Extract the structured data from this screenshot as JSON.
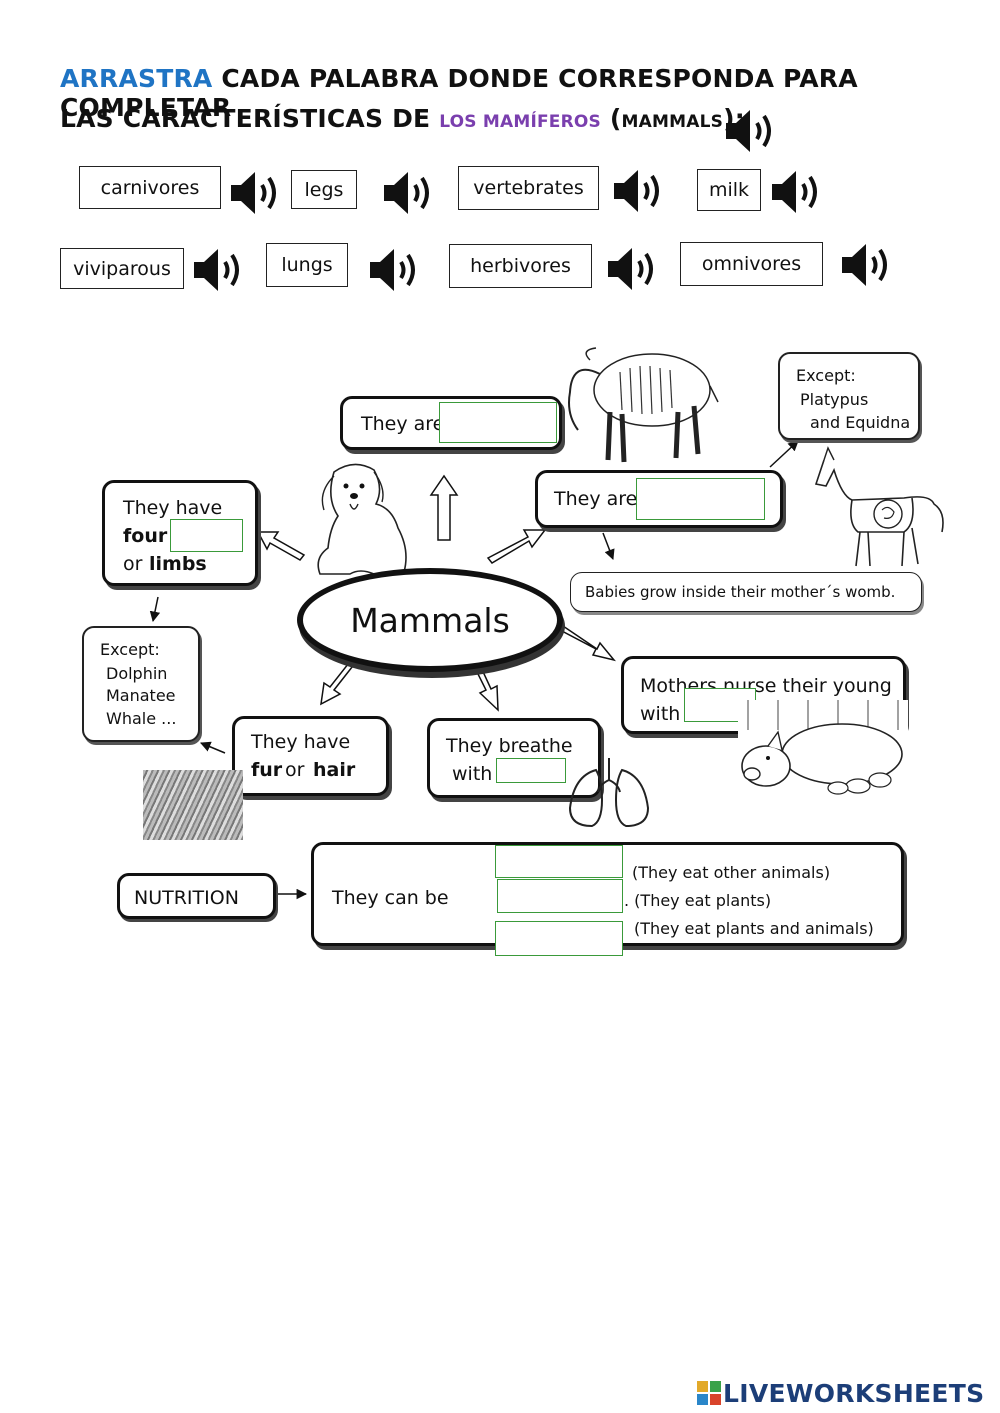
{
  "header": {
    "line1_blue": "ARRASTRA",
    "line1_rest": "CADA PALABRA DONDE CORRESPONDA PARA COMPLETAR",
    "line2_start": "LAS CARACTERÍSTICAS DE",
    "line2_purple": "LOS MAMÍFEROS",
    "line2_open": "(",
    "line2_mammals": "MAMMALS",
    "line2_close": "):"
  },
  "word_bank": [
    "carnivores",
    "legs",
    "vertebrates",
    "milk",
    "viviparous",
    "lungs",
    "herbivores",
    "omnivores"
  ],
  "diagram": {
    "center": "Mammals",
    "they_are_1": "They are",
    "they_are_2": "They are",
    "except_platypus": {
      "title": "Except:",
      "line1": "Platypus",
      "line2": "and Equidna"
    },
    "womb_note": "Babies grow inside their mother´s womb.",
    "legs_box": {
      "line1": "They have",
      "bold1": "four",
      "line3a": "or",
      "bold2": "limbs"
    },
    "except_dolphin": {
      "title": "Except:",
      "line1": "Dolphin",
      "line2": "Manatee",
      "line3": "Whale ..."
    },
    "fur_box": {
      "line1": "They have",
      "bold1": "fur",
      "or": "or",
      "bold2": "hair"
    },
    "breathe_box": {
      "line1": "They breathe",
      "line2": "with"
    },
    "milk_box": {
      "line1": "Mothers nurse their young",
      "line2": "with"
    },
    "nutrition": {
      "label": "NUTRITION",
      "they_can_be": "They can be",
      "desc1": "(They eat other animals)",
      "desc2": ". (They eat plants)",
      "desc3": "(They eat plants and animals)"
    }
  },
  "footer": {
    "brand": "LIVEWORKSHEETS"
  },
  "colors": {
    "blue": "#1f74c4",
    "purple": "#7a3fae",
    "drop_border": "#3a9a3a"
  }
}
